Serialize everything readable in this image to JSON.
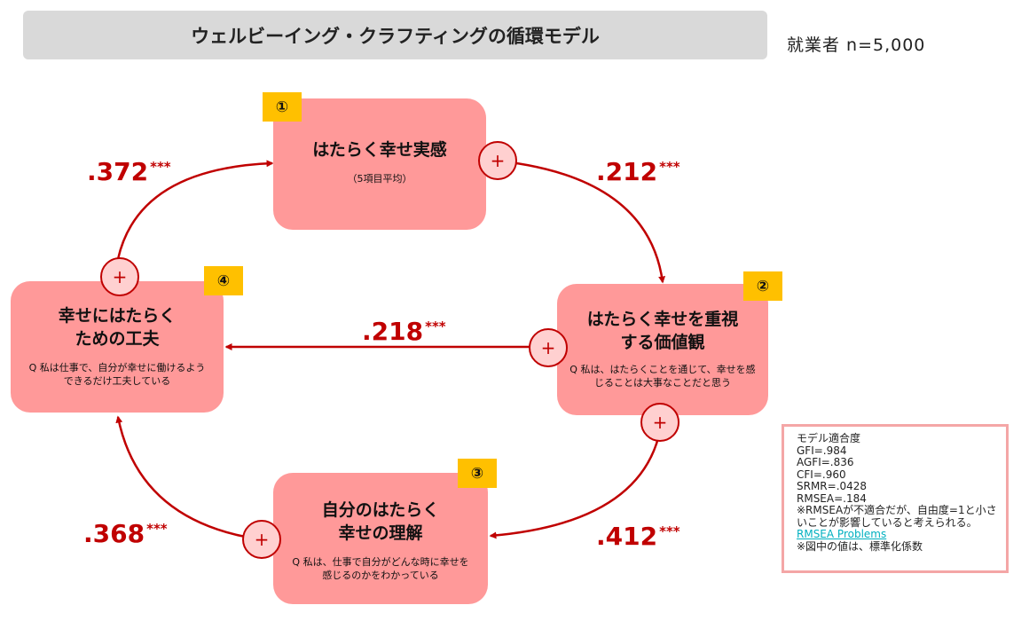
{
  "title": "ウェルビーイング・クラフティングの循環モデル",
  "sample_size": "就業者 n=5,000",
  "accent_colors": {
    "arrow": "#c00000",
    "box_fill": "#ff9999",
    "badge_fill": "#ffc000",
    "plus_fill": "#ffd0d0",
    "title_bar": "#d9d9d9",
    "link": "#00b0c0"
  },
  "plus_symbol": "+",
  "boxes": [
    {
      "badge": "①",
      "title_lines": [
        "はたらく幸せ実感"
      ],
      "note_lines": [
        "（5項目平均）"
      ]
    },
    {
      "badge": "②",
      "title_lines": [
        "はたらく幸せを重視",
        "する価値観"
      ],
      "note_lines": [
        "Q 私は、はたらくことを通じて、幸せを感",
        "じることは大事なことだと思う"
      ]
    },
    {
      "badge": "③",
      "title_lines": [
        "自分のはたらく",
        "幸せの理解"
      ],
      "note_lines": [
        "Q 私は、仕事で自分がどんな時に幸せを",
        "感じるのかをわかっている"
      ]
    },
    {
      "badge": "④",
      "title_lines": [
        "幸せにはたらく",
        "ための工夫"
      ],
      "note_lines": [
        "Q 私は仕事で、自分が幸せに働けるよう",
        "できるだけ工夫している"
      ]
    }
  ],
  "paths": [
    {
      "from": "①",
      "to": "②",
      "coefficient": ".212",
      "significance": "***"
    },
    {
      "from": "②",
      "to": "④",
      "coefficient": ".218",
      "significance": "***"
    },
    {
      "from": "②",
      "to": "③",
      "coefficient": ".412",
      "significance": "***"
    },
    {
      "from": "③",
      "to": "④",
      "coefficient": ".368",
      "significance": "***"
    },
    {
      "from": "④",
      "to": "①",
      "coefficient": ".372",
      "significance": "***"
    }
  ],
  "fit_indices": {
    "heading": "モデル適合度",
    "lines": [
      "GFI=.984",
      "AGFI=.836",
      "CFI=.960",
      "SRMR=.0428",
      "RMSEA=.184"
    ],
    "note_lines": [
      "※RMSEAが不適合だが、自由度=1と小さ",
      "いことが影響していると考えられる。"
    ],
    "link_text": "RMSEA Problems",
    "footnote": "※図中の値は、標準化係数"
  }
}
